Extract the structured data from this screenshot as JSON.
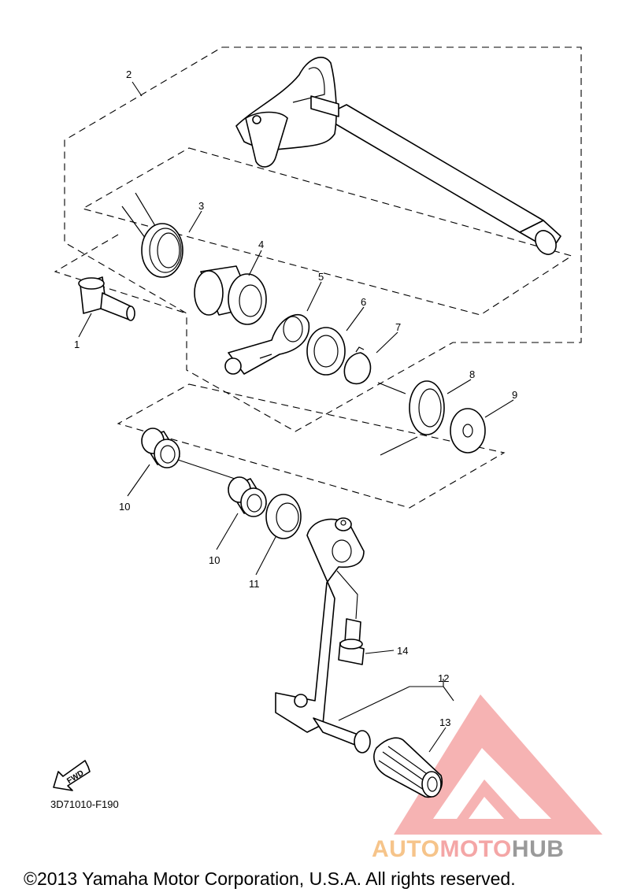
{
  "diagram": {
    "code": "3D71010-F190",
    "fwd_label": "FWD",
    "copyright": "©2013 Yamaha Motor Corporation, U.S.A. All rights reserved.",
    "parts": [
      {
        "ref": "1"
      },
      {
        "ref": "2"
      },
      {
        "ref": "3"
      },
      {
        "ref": "4"
      },
      {
        "ref": "5"
      },
      {
        "ref": "6"
      },
      {
        "ref": "7"
      },
      {
        "ref": "8"
      },
      {
        "ref": "9"
      },
      {
        "ref": "10"
      },
      {
        "ref": "10"
      },
      {
        "ref": "11"
      },
      {
        "ref": "12"
      },
      {
        "ref": "13"
      },
      {
        "ref": "14"
      }
    ]
  },
  "watermark": {
    "word_part1": "AUTO",
    "word_part2": "MOTO",
    "word_part3": "HUB",
    "colors": {
      "triangle": "#f4a6a6",
      "auto": "#f6c48a",
      "moto": "#f4a6a6",
      "hub": "#9a9a9a"
    }
  }
}
